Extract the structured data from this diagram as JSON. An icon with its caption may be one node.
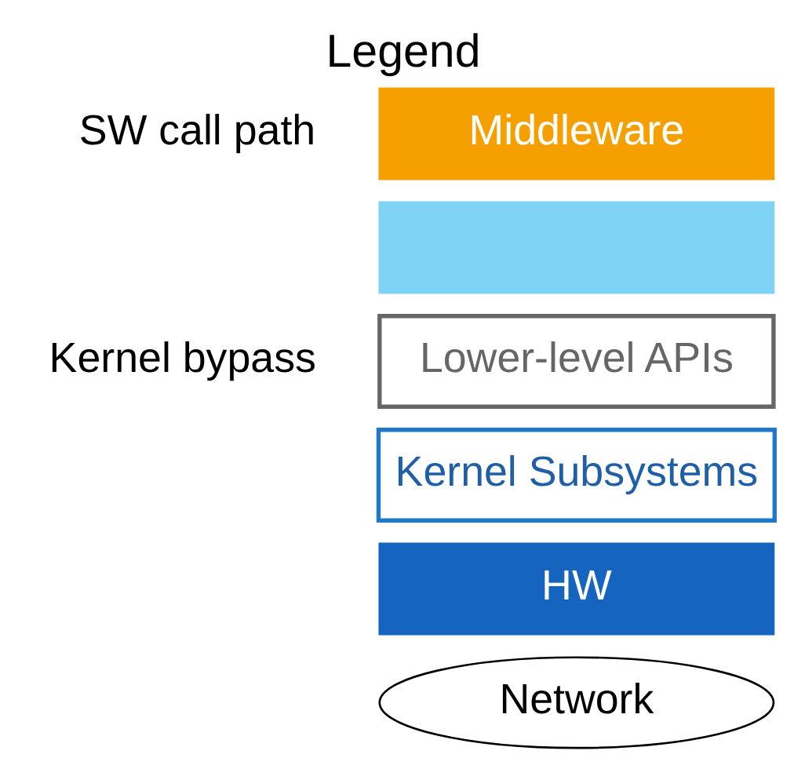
{
  "diagram": {
    "title": "Legend",
    "nodes": [
      {
        "text": [
          "Middleware"
        ]
      },
      {
        "text": [],
        "shape": "box"
      },
      {
        "text": [
          "Lower-level APIs"
        ]
      },
      {
        "text": [
          "Kernel Subsystems"
        ]
      },
      {
        "text": [
          "HW"
        ]
      },
      {
        "text": [
          "Network"
        ]
      }
    ],
    "edges": [],
    "labels": [
      "SW call path",
      "Kernel bypass"
    ]
  }
}
